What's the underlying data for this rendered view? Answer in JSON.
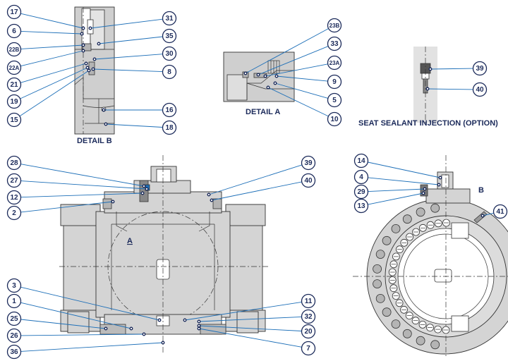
{
  "captions": {
    "detail_b": "DETAIL B",
    "detail_a": "DETAIL A",
    "seat_injection": "SEAT SEALANT INJECTION (OPTION)",
    "mark_a": "A",
    "mark_b": "B"
  },
  "colors": {
    "balloon_stroke": "#1b2a5a",
    "leader": "#1d6fb8",
    "body_fill": "#d4d4d4"
  },
  "callouts": {
    "detail_b": [
      "17",
      "6",
      "22B",
      "22A",
      "21",
      "19",
      "15",
      "31",
      "35",
      "30",
      "8",
      "16",
      "18"
    ],
    "detail_a": [
      "23B",
      "33",
      "23A",
      "9",
      "5",
      "10"
    ],
    "seat_injection": [
      "39",
      "40"
    ],
    "front_view": [
      "28",
      "27",
      "12",
      "2",
      "39",
      "40",
      "3",
      "1",
      "25",
      "26",
      "36",
      "11",
      "32",
      "20",
      "7"
    ],
    "side_view": [
      "14",
      "4",
      "29",
      "13",
      "41"
    ]
  }
}
